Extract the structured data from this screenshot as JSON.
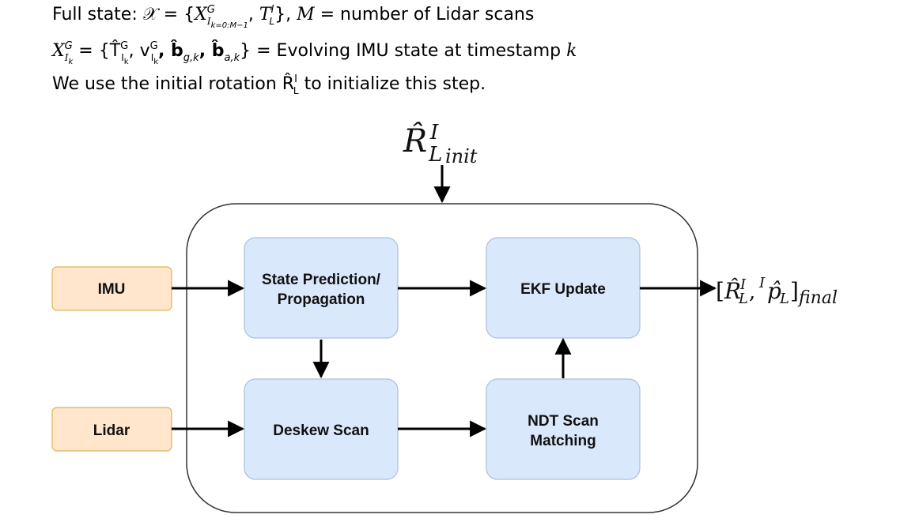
{
  "header": {
    "line1": {
      "prefix": "Full state: ",
      "state_symbol": "𝒳",
      "eq1": " = {",
      "x_var": "X",
      "x_sup": "G",
      "x_sub": "I",
      "x_sub2": "k=0:M−1",
      "comma": ", ",
      "t_var": "T",
      "t_sup": "I",
      "t_sub": "L",
      "close": "}, ",
      "m_var": "M",
      "tail": " = number of Lidar scans"
    },
    "line2": {
      "x_var": "X",
      "x_sup": "G",
      "x_sub": "I",
      "x_sub2": "k",
      "eq": " = {",
      "t_hat": "T̂",
      "t_sup": "G",
      "t_sub": "I",
      "t_sub2": "k",
      "v_var": ", v",
      "v_sup": "G",
      "v_sub": "I",
      "v_sub2": "k",
      "bg": ", b̂",
      "bg_sub": "g,k",
      "ba": ", b̂",
      "ba_sub": "a,k",
      "close": "} = Evolving IMU state at timestamp ",
      "k": "k"
    },
    "line3": {
      "prefix": "We use the initial rotation ",
      "r_hat": "R̂",
      "r_sup": "I",
      "r_sub": "L",
      "tail": " to initialize this step."
    }
  },
  "diagram": {
    "init_input": {
      "base": "R̂",
      "sup": "I",
      "sub": "L",
      "subsub": "init"
    },
    "inputs": [
      {
        "id": "imu",
        "label": "IMU"
      },
      {
        "id": "lidar",
        "label": "Lidar"
      }
    ],
    "blocks": [
      {
        "id": "state-prediction",
        "lines": [
          "State Prediction/",
          "Propagation"
        ]
      },
      {
        "id": "ekf-update",
        "lines": [
          "EKF Update"
        ]
      },
      {
        "id": "deskew-scan",
        "lines": [
          "Deskew Scan"
        ]
      },
      {
        "id": "ndt-scan-matching",
        "lines": [
          "NDT Scan",
          "Matching"
        ]
      }
    ],
    "output": {
      "open": "[",
      "r": "R̂",
      "r_sup": "I",
      "r_sub": "L",
      "sep": ", ",
      "p_pre": "I",
      "p": "p̂",
      "p_sub": "L",
      "close": "]",
      "final": "final"
    },
    "colors": {
      "input_fill": "#ffe6cc",
      "input_stroke": "#d6b656",
      "block_fill": "#dae8fc",
      "block_stroke": "#a8c0e0",
      "container_stroke": "#333333",
      "arrow": "#000000"
    }
  }
}
